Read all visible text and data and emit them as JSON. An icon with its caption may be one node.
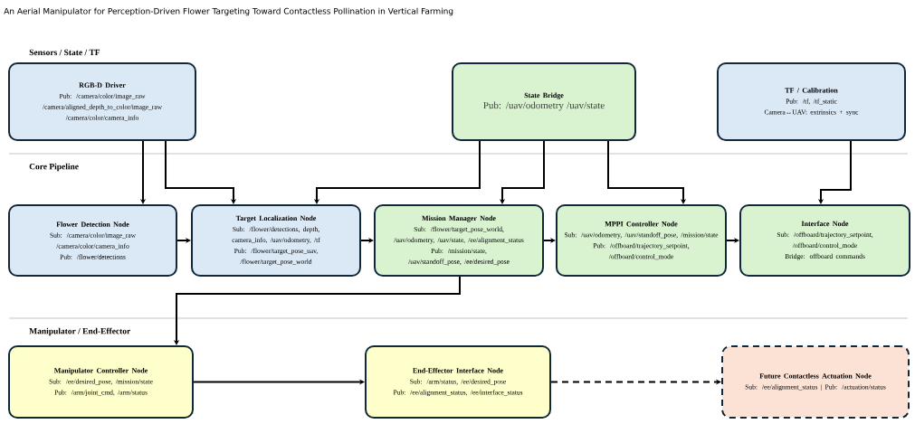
{
  "diagram": {
    "title": "An Aerial Manipulator for Perception-Driven Flower Targeting Toward Contactless Pollination in Vertical Farming",
    "nodes": [
      {
        "text": [
          "RGB-D Driver",
          "Pub: /camera/color/image_raw /camera/aligned_depth_to_color/image_raw /camera/color/camera_info"
        ]
      },
      {
        "text": [
          "State Bridge",
          "Pub: /uav/odometry /uav/state"
        ]
      },
      {
        "text": [
          "TF / Calibration",
          "Pub: /tf, /tf_static",
          "Camera↔UAV: extrinsics + sync"
        ]
      },
      {
        "text": [
          "Flower Detection Node",
          "Sub: /camera/color/image_raw /camera/color/camera_info",
          "Pub: /flower/detections"
        ]
      },
      {
        "text": [
          "Target Localization Node",
          "Sub: /flower/detections, depth, camera_info, /uav/odometry, /tf",
          "Pub: /flower/target_pose_uav, /flower/target_pose_world"
        ]
      },
      {
        "text": [
          "Mission Manager Node",
          "Sub: /flower/target_pose_world, /uav/odometry, /uav/state, /ee/alignment_status",
          "Pub: /mission/state, /uav/standoff_pose, /ee/desired_pose"
        ]
      },
      {
        "text": [
          "MPPI Controller Node",
          "Sub: /uav/odometry, /uav/standoff_pose, /mission/state",
          "Pub: /offboard/trajectory_setpoint, /offboard/control_mode"
        ]
      },
      {
        "text": [
          "Interface Node",
          "Sub: /offboard/trajectory_setpoint, /offboard/control_mode",
          "Bridge: offboard commands"
        ]
      },
      {
        "text": [
          "Manipulator Controller Node",
          "Sub: /ee/desired_pose, /mission/state",
          "Pub: /arm/joint_cmd, /arm/status"
        ]
      },
      {
        "text": [
          "End-Effector Interface Node",
          "Sub: /arm/status, /ee/desired_pose",
          "Pub: /ee/alignment_status, /ee/interface_status"
        ]
      },
      {
        "text": [
          "Future Contactless Actuation Node",
          "Sub: /ee/alignment_status | Pub: /actuation/status"
        ]
      }
    ],
    "edges": [
      {
        "from": 0,
        "to": 3,
        "arrow": "to"
      },
      {
        "from": 0,
        "to": 4,
        "arrow": "to"
      },
      {
        "from": 1,
        "to": 4,
        "arrow": "to"
      },
      {
        "from": 1,
        "to": 5,
        "arrow": "to"
      },
      {
        "from": 1,
        "to": 6,
        "arrow": "to"
      },
      {
        "from": 2,
        "to": 7,
        "arrow": "to"
      },
      {
        "from": 3,
        "to": 4,
        "arrow": "to"
      },
      {
        "from": 4,
        "to": 5,
        "arrow": "to"
      },
      {
        "from": 5,
        "to": 6,
        "arrow": "to"
      },
      {
        "from": 6,
        "to": 7,
        "arrow": "to"
      },
      {
        "from": 5,
        "to": 8,
        "arrow": "to"
      },
      {
        "from": 8,
        "to": 9,
        "arrow": "to"
      },
      {
        "from": 9,
        "to": 10,
        "arrow": "to",
        "style": "dashed"
      }
    ],
    "labels": [
      "Sensors / State / TF",
      "Core Pipeline",
      "Manipulator / End-Effector"
    ]
  }
}
